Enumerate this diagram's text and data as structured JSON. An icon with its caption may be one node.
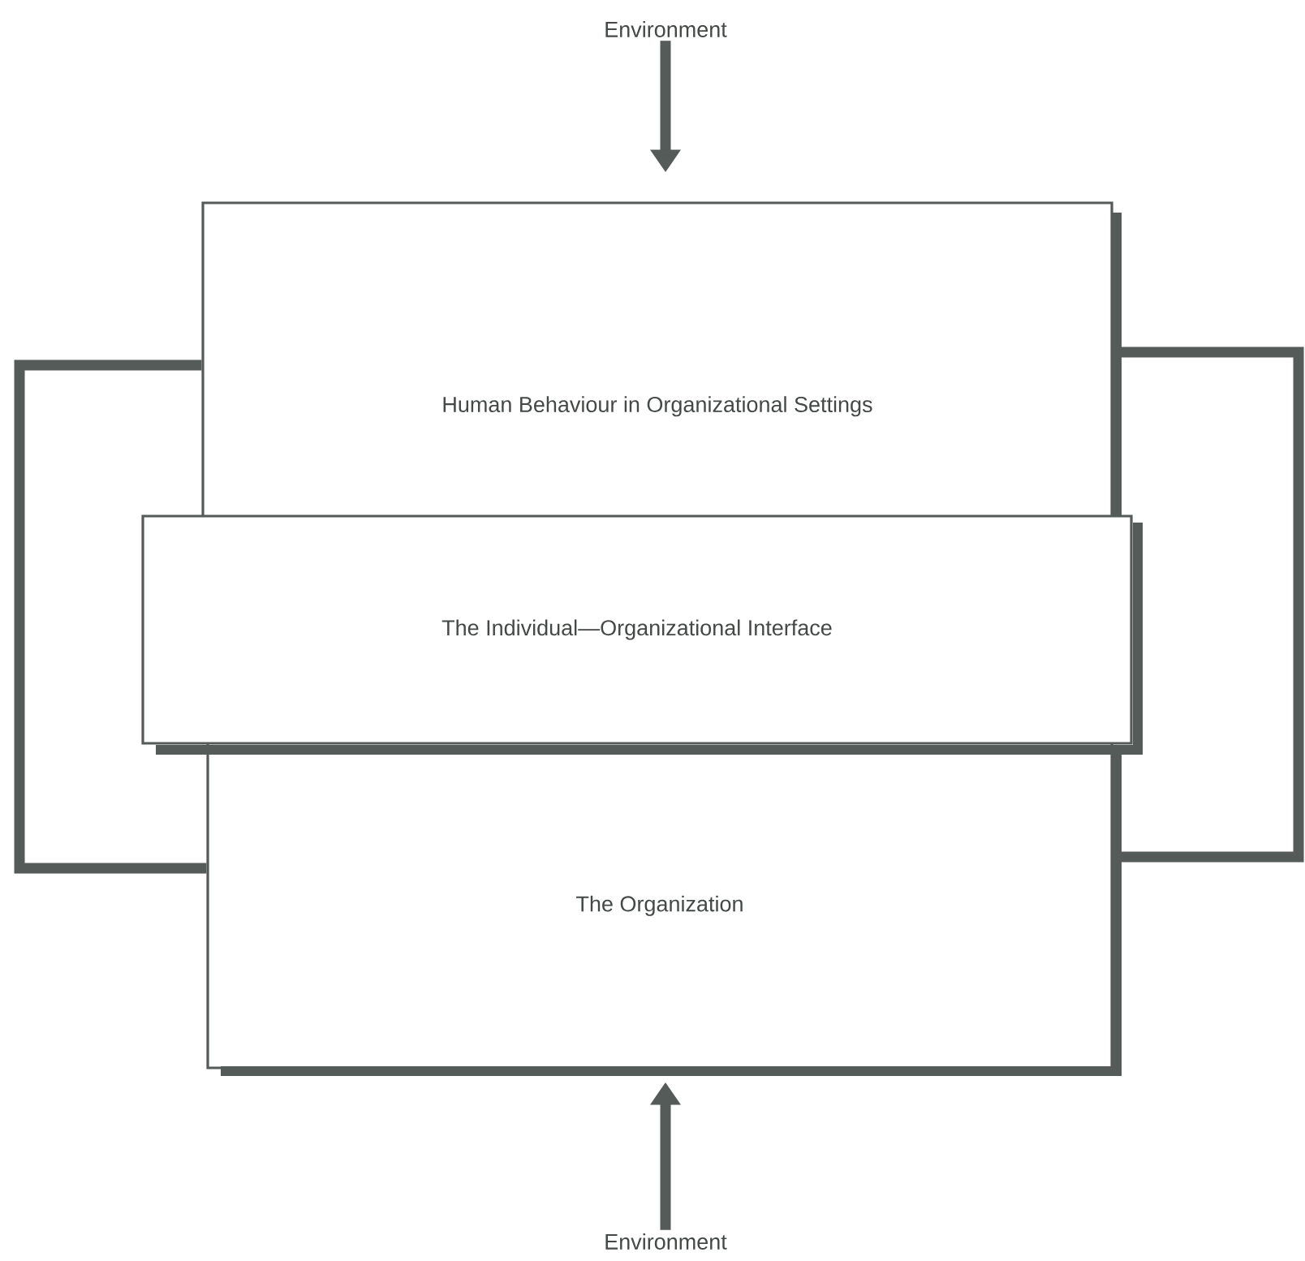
{
  "diagram": {
    "nodes": [
      {
        "text": [
          "Environment"
        ]
      },
      {
        "text": [
          "Human Behaviour in Organizational Settings"
        ]
      },
      {
        "text": [
          "The Individual—Organizational Interface"
        ]
      },
      {
        "text": [
          "The Organization"
        ]
      },
      {
        "text": [
          "Environment"
        ]
      }
    ],
    "edges": [
      {
        "from": 0,
        "to": 1,
        "arrow": "to"
      },
      {
        "from": 4,
        "to": 3,
        "arrow": "to"
      },
      {
        "from": 1,
        "to": 3,
        "arrow": "none"
      },
      {
        "from": 1,
        "to": 3,
        "arrow": "none"
      }
    ]
  }
}
